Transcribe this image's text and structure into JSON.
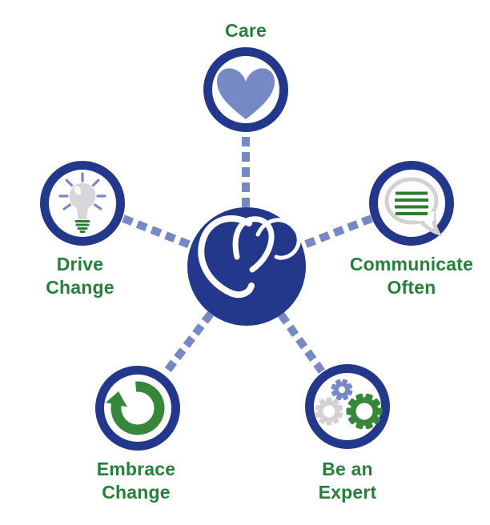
{
  "colors": {
    "navy": "#23388B",
    "periwinkle": "#7689C5",
    "text-green": "#27803A",
    "icon-green": "#2E7D33",
    "arrow-green": "#37873B",
    "icon-gray": "#D2D2D2",
    "bulb-gray": "#D7D7D9"
  },
  "hub": {
    "icon": "swoosh-hearts-logo"
  },
  "nodes": [
    {
      "id": "care",
      "label": "Care",
      "icon": "heart-icon",
      "position": "top"
    },
    {
      "id": "communicate-often",
      "label": "Communicate\nOften",
      "icon": "speech-bubble-icon",
      "position": "right"
    },
    {
      "id": "be-an-expert",
      "label": "Be an\nExpert",
      "icon": "gears-icon",
      "position": "bottom-right"
    },
    {
      "id": "embrace-change",
      "label": "Embrace\nChange",
      "icon": "refresh-arrow-icon",
      "position": "bottom-left"
    },
    {
      "id": "drive-change",
      "label": "Drive\nChange",
      "icon": "lightbulb-icon",
      "position": "left"
    }
  ]
}
